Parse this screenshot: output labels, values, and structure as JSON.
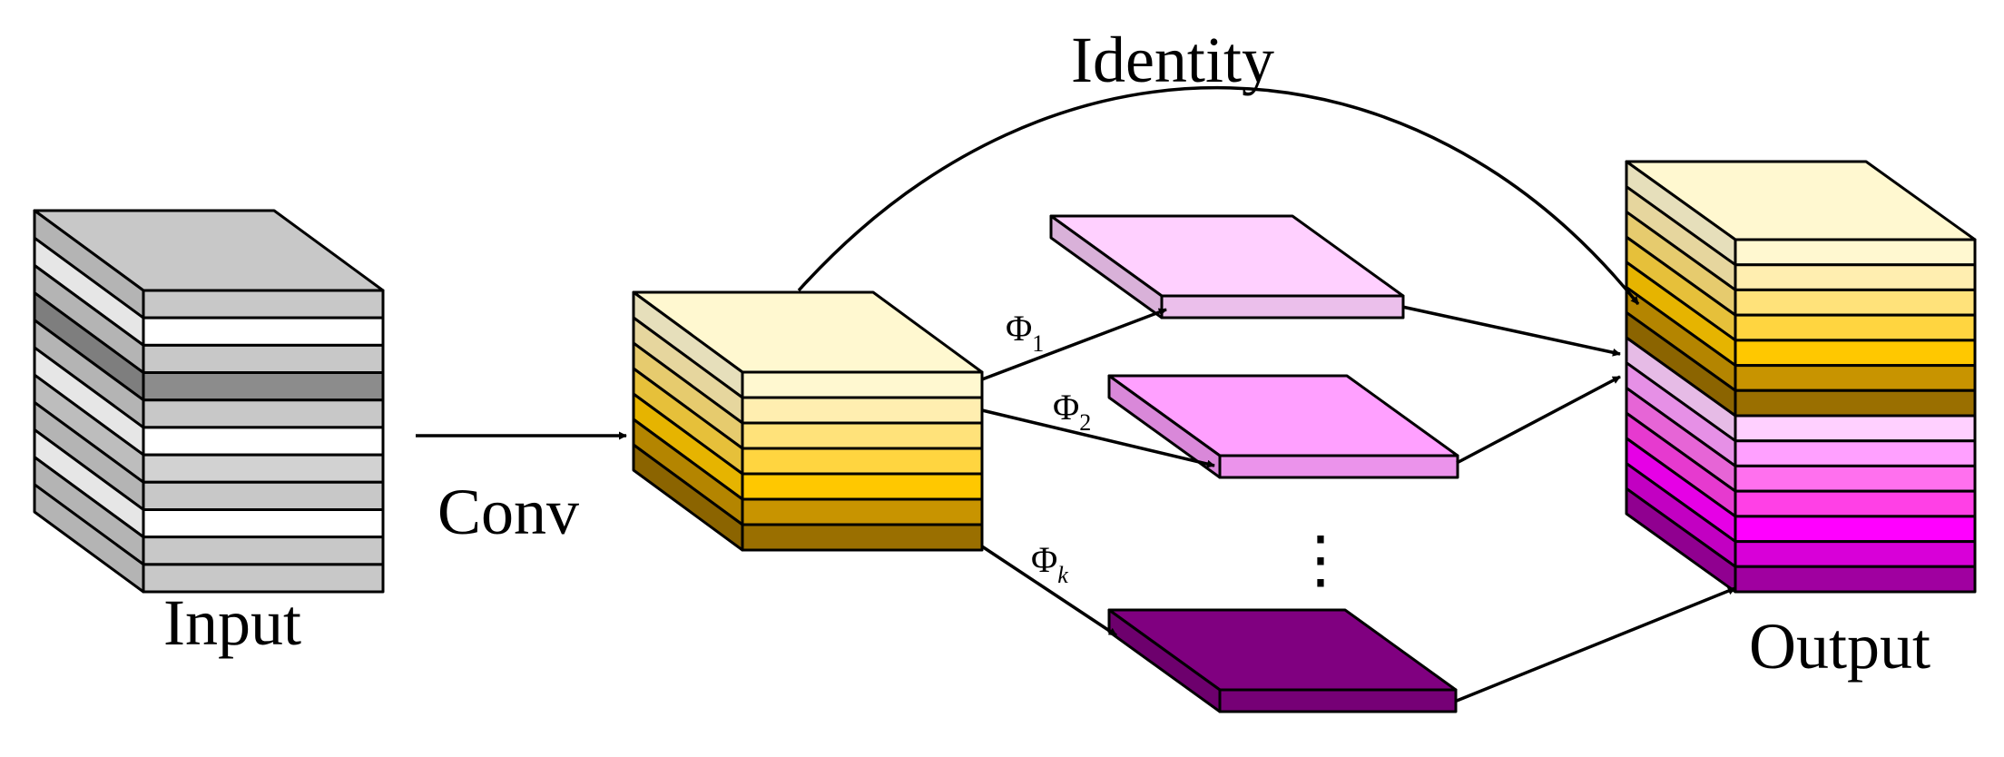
{
  "labels": {
    "input": "Input",
    "conv": "Conv",
    "identity": "Identity",
    "output": "Output",
    "phi1": "Φ",
    "phi1_sub": "1",
    "phi2": "Φ",
    "phi2_sub": "2",
    "phik": "Φ",
    "phik_sub": "k",
    "ellipsis": "⋮"
  },
  "colors": {
    "input_layers": [
      "#c8c8c8",
      "#ffffff",
      "#c8c8c8",
      "#8c8c8c",
      "#c8c8c8",
      "#ffffff",
      "#d2d2d2",
      "#c8c8c8",
      "#ffffff",
      "#c8c8c8",
      "#c8c8c8"
    ],
    "conv_layers": [
      "#fff8d0",
      "#ffeeb0",
      "#ffe27a",
      "#ffd540",
      "#ffc800",
      "#c89400",
      "#9a6f00"
    ],
    "output_layers": [
      "#fff8d0",
      "#ffeeb0",
      "#ffe27a",
      "#ffd540",
      "#ffc800",
      "#c89400",
      "#9a6f00",
      "#ffd0ff",
      "#ffa0ff",
      "#ff70ee",
      "#ff40e6",
      "#ff00ff",
      "#d800d8",
      "#a000a0"
    ],
    "phi1_slab": "#ffd0ff",
    "phi2_slab": "#ffa0ff",
    "phik_slab": "#800080"
  }
}
